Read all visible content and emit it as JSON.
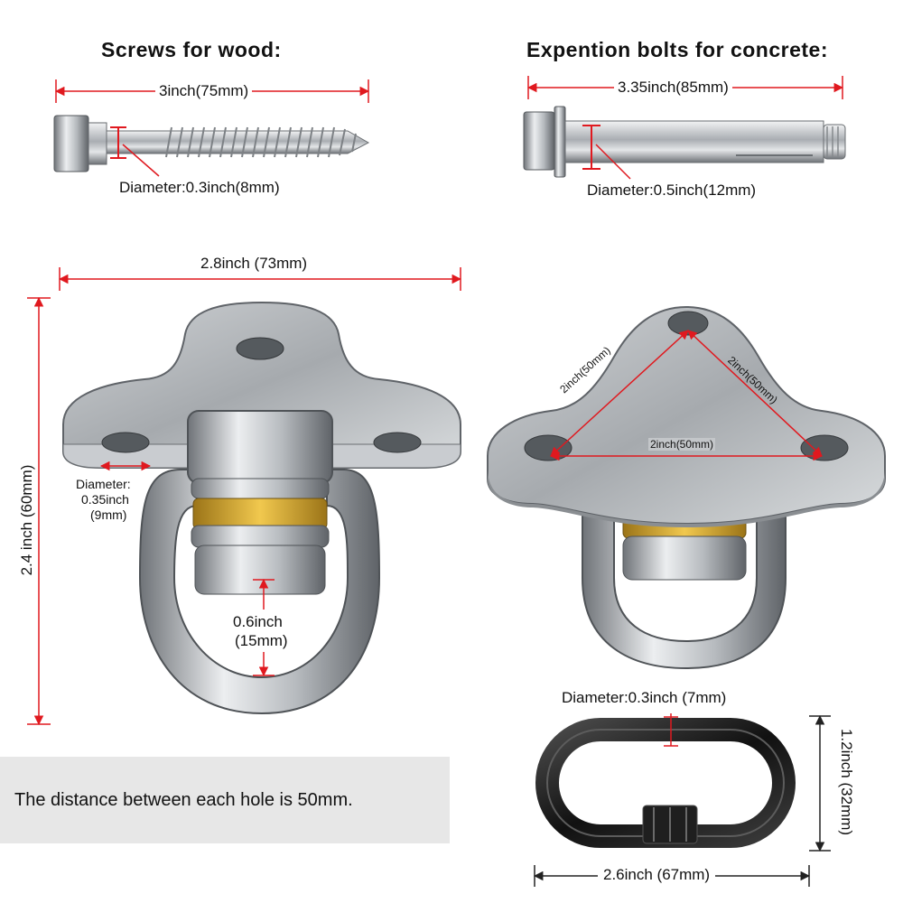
{
  "wood": {
    "title": "Screws for wood:",
    "length": "3inch(75mm)",
    "diameter": "Diameter:0.3inch(8mm)"
  },
  "concrete": {
    "title": "Expention bolts for concrete:",
    "length": "3.35inch(85mm)",
    "diameter": "Diameter:0.5inch(12mm)"
  },
  "mount_front": {
    "width": "2.8inch (73mm)",
    "height": "2.4 inch (60mm)",
    "hole_label": "Diameter:",
    "hole_value": "0.35inch",
    "hole_mm": "(9mm)",
    "ring_value": "0.6inch",
    "ring_mm": "(15mm)"
  },
  "mount_top": {
    "side_left": "2inch(50mm)",
    "side_right": "2inch(50mm)",
    "side_bottom": "2inch(50mm)"
  },
  "quick_link": {
    "diameter": "Diameter:0.3inch (7mm)",
    "height": "1.2inch (32mm)",
    "width": "2.6inch (67mm)"
  },
  "note": "The distance between each hole is 50mm.",
  "colors": {
    "dimension_line": "#e0191f",
    "steel_dark": "#6f7378",
    "steel_light": "#e9ebed",
    "brass": "#d8a62a",
    "link_black": "#1b1b1b"
  }
}
